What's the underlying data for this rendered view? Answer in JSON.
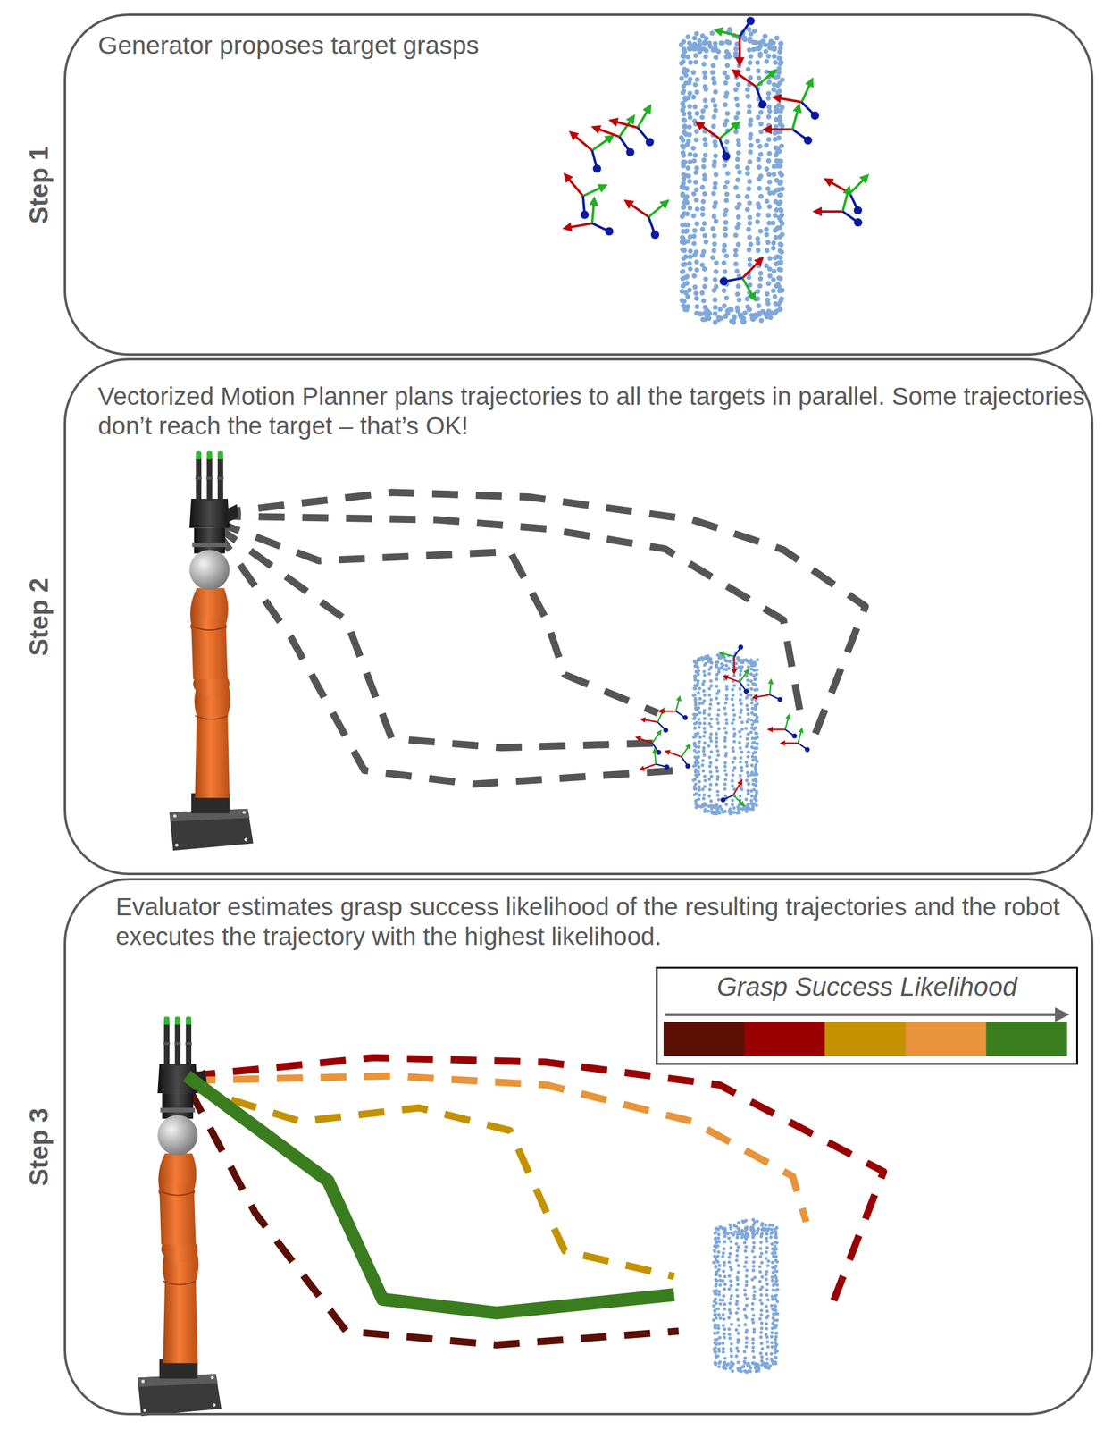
{
  "diagram": {
    "nodes": [
      {
        "text": [
          "Step 1",
          "Generator proposes target grasps"
        ]
      },
      {
        "text": [
          "Step 2",
          "Vectorized Motion Planner plans trajectories to all the targets in parallel. Some trajectories don’t reach the target – that’s OK!"
        ]
      },
      {
        "text": [
          "Step 3",
          "Evaluator estimates grasp success likelihood of the resulting trajectories and the robot executes the trajectory with the highest likelihood."
        ]
      },
      {
        "text": [
          "Grasp Success Likelihood"
        ],
        "in": 2
      }
    ]
  }
}
